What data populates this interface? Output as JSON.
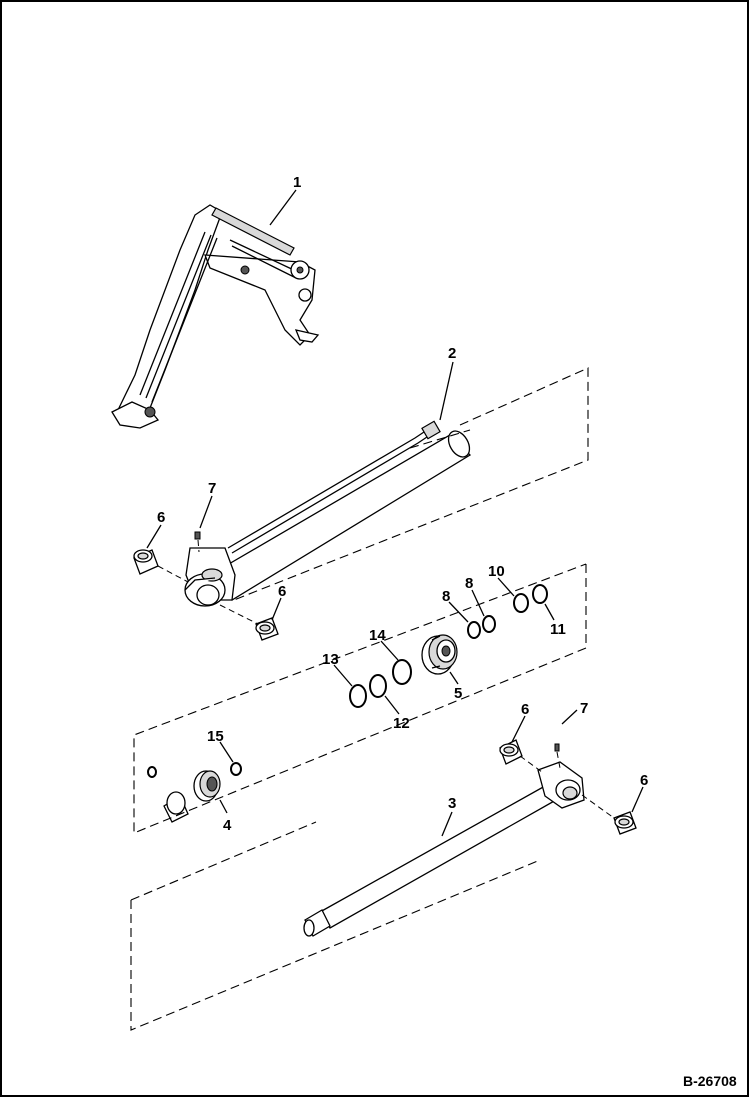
{
  "callouts": {
    "c1": "1",
    "c2": "2",
    "c3": "3",
    "c4": "4",
    "c5": "5",
    "c6a": "6",
    "c6b": "6",
    "c6c": "6",
    "c6d": "6",
    "c7a": "7",
    "c7b": "7",
    "c8a": "8",
    "c8b": "8",
    "c10": "10",
    "c11": "11",
    "c12": "12",
    "c13": "13",
    "c14": "14",
    "c15": "15"
  },
  "figure_number": "B-26708"
}
